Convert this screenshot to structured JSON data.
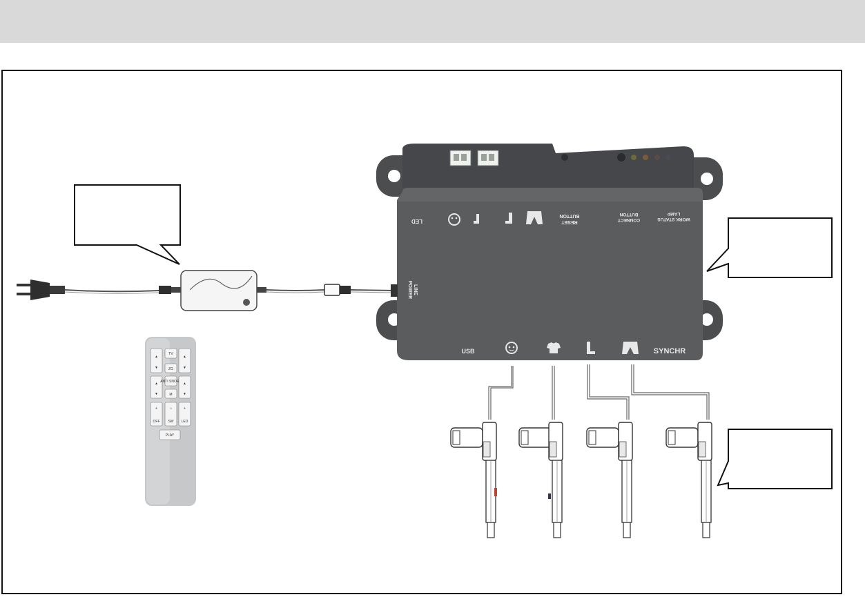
{
  "control_box": {
    "labels": {
      "led": "LED",
      "reset_button": [
        "RESET",
        "BUTTON"
      ],
      "connect_button": [
        "CONNECT",
        "BUTTON"
      ],
      "work_status_lamp": [
        "WORK STATUS",
        "LAMP"
      ],
      "power_line": [
        "POWER",
        "LINE"
      ],
      "usb": "USB",
      "synchr": "SYNCHR"
    },
    "ports": [
      "head-icon",
      "shirt-icon",
      "boot-icon",
      "pants-icon"
    ]
  },
  "remote": {
    "buttons": [
      "TV",
      "ZG",
      "ANTI SNORE",
      "M",
      "OFF",
      "SW",
      "LED",
      "PLAY"
    ]
  },
  "callouts": [
    {
      "id": "adapter-callout",
      "text": ""
    },
    {
      "id": "controller-callout",
      "text": ""
    },
    {
      "id": "actuator-callout",
      "text": ""
    }
  ],
  "colors": {
    "box_body": "#5a5c5e",
    "box_top": "#4a4c4e",
    "header_bar": "#d9d9d9"
  }
}
